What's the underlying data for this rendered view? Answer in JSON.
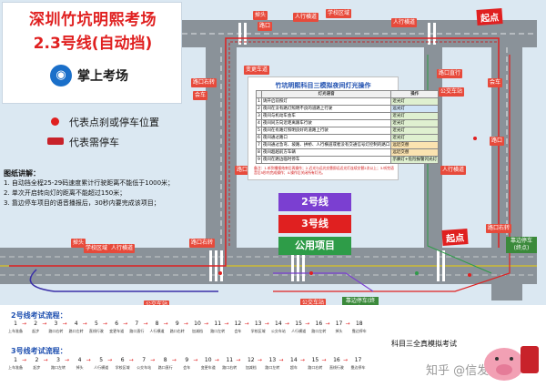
{
  "header": {
    "title": "深圳竹坑明熙考场",
    "subtitle": "2.3号线(自动挡)",
    "brand": "掌上考场"
  },
  "legend": {
    "stop_point": "代表点刹或停车位置",
    "parking_car": "代表需停车"
  },
  "notes": {
    "heading": "图纸讲解：",
    "lines": [
      "1. 自动挡全程25-29码速度累计行驶距离不能低于1000米；",
      "2. 单次开启转向灯的距离不能超过150米；",
      "3. 靠边停车项目的语音播报后，30秒内要完成该项目；"
    ]
  },
  "map_labels": {
    "start": "起点",
    "end_top": "起点",
    "end_right": "起点",
    "intersection_left": "路口",
    "intersection_right": "路口右转",
    "intersection_straight": "路口直行",
    "school": "学校区域",
    "turn_around": "掉头",
    "crossing": "人行横道",
    "bus": "公交车站",
    "lane_change": "变更车道",
    "meeting": "会车",
    "pull_over": "靠边停车(终点)",
    "pull_over_2": "靠边停车(终点)",
    "overtake": "超车",
    "left_turn": "路口左转"
  },
  "route_pills": {
    "line2": "2号线",
    "line3": "3号线",
    "public": "公用项目"
  },
  "light_table": {
    "title": "竹坑明熙科目三模拟夜间灯光操作",
    "headers": [
      "",
      "灯光语音",
      "操作"
    ],
    "rows": [
      [
        "1",
        "请开启前照灯",
        "近光灯"
      ],
      [
        "2",
        "夜间在没有路灯照明不良的道路上行驶",
        "远光灯"
      ],
      [
        "3",
        "夜间与机动车会车",
        "近光灯"
      ],
      [
        "4",
        "夜间同方向近距离跟车行驶",
        "近光灯"
      ],
      [
        "5",
        "夜间在有路灯照明良好的道路上行驶",
        "近光灯"
      ],
      [
        "6",
        "夜间通过路口",
        "近光灯"
      ],
      [
        "7",
        "夜间通过急弯、坡路、拱桥、人行横道或者没有交通信号灯控制的路口",
        "远近交替"
      ],
      [
        "8",
        "夜间超越前方车辆",
        "远近交替"
      ],
      [
        "9",
        "夜间在路边临时停车",
        "示廓灯+危险报警闪光灯"
      ]
    ],
    "note": "备注：1.听到播报结束后再操作；2.近光与远光交替即远近光灯连续交替2次以上；3.听完语音后5秒内完成操作；4.操作后关闭所有灯光。"
  },
  "flow": {
    "line2_title": "2号线考试流程：",
    "line3_title": "3号线考试流程：",
    "line2_nums": [
      "1",
      "2",
      "3",
      "4",
      "5",
      "6",
      "7",
      "8",
      "9",
      "10",
      "11",
      "12",
      "13",
      "14",
      "15",
      "16",
      "17",
      "18"
    ],
    "line2_labels": [
      "上车准备",
      "起步",
      "路口右转",
      "路口左转",
      "直线行驶",
      "变更车道",
      "路口直行",
      "人行横道",
      "路口右转",
      "加减档",
      "路口左转",
      "会车",
      "学校区域",
      "公交车站",
      "人行横道",
      "路口左转",
      "掉头",
      "靠边停车"
    ],
    "line3_nums": [
      "1",
      "2",
      "3",
      "4",
      "5",
      "6",
      "7",
      "8",
      "9",
      "10",
      "11",
      "12",
      "13",
      "14",
      "15",
      "16",
      "17"
    ],
    "line3_labels": [
      "上车准备",
      "起步",
      "路口左转",
      "掉头",
      "人行横道",
      "学校区域",
      "公交车站",
      "路口直行",
      "会车",
      "变更车道",
      "路口右转",
      "加减档",
      "路口左转",
      "超车",
      "路口右转",
      "直线行驶",
      "靠边停车"
    ]
  },
  "footer": {
    "watermark_label": "科目三全真模拟考试",
    "zhihu": "知乎 @信发驾校"
  },
  "colors": {
    "road": "#7b848c",
    "route_line2": "#e02020",
    "route_line3": "#c0282b",
    "public": "#2e9c48",
    "pill_line2": "#7b3fd1",
    "pill_line3": "#e02020",
    "pill_public": "#2e9c48",
    "accent_blue": "#1e6fd1"
  }
}
